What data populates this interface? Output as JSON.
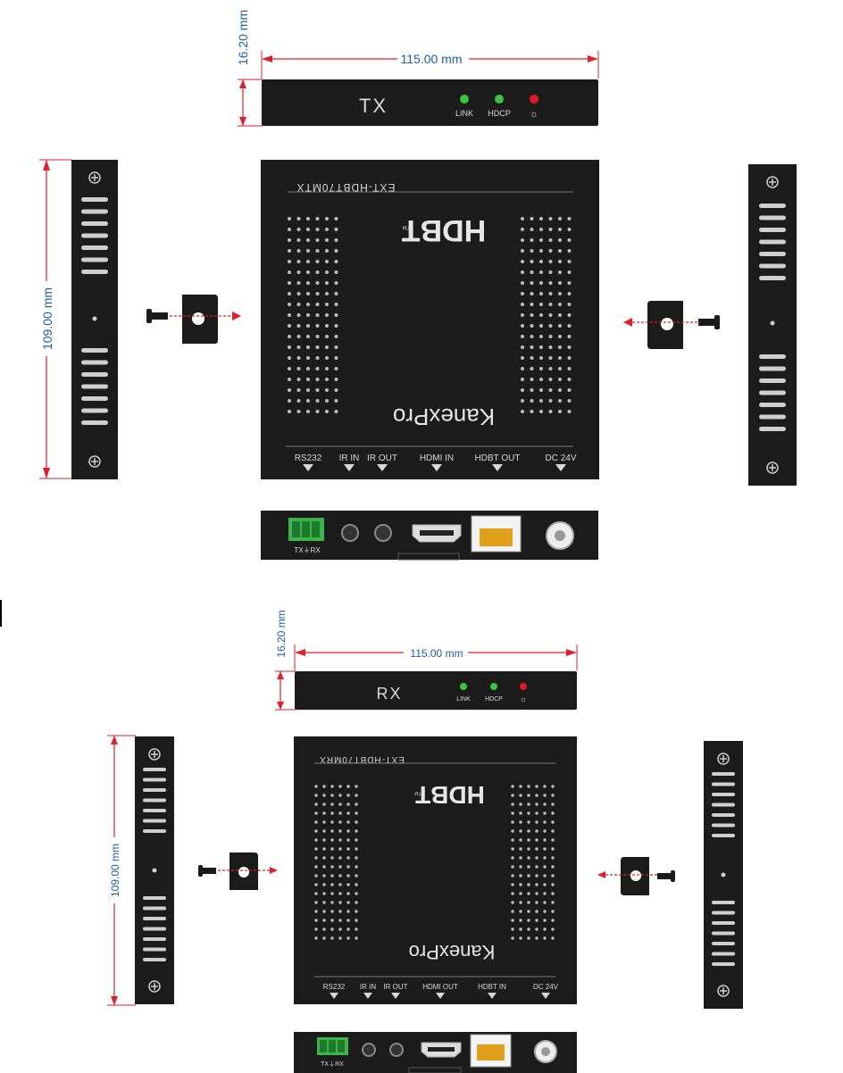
{
  "colors": {
    "dimension": "#1f5ea8",
    "arrow": "#e01e2e",
    "device": "#1b1b1b",
    "device_text": "#d8d8d8",
    "led_green": "#3cc43c",
    "led_red": "#e11a22",
    "terminal_green": "#3bb44a"
  },
  "tx": {
    "height_dim": "16.20 mm",
    "width_dim": "115.00 mm",
    "depth_dim": "109.00 mm",
    "front_label": "TX",
    "leds": [
      {
        "label": "LINK",
        "color": "green"
      },
      {
        "label": "HDCP",
        "color": "green"
      },
      {
        "label": "☼",
        "color": "red"
      }
    ],
    "model": "EXT-HDBT70MTX",
    "hdbt_logo": "HDBT",
    "hdbt_tm": "TM",
    "brand": "KanexPro",
    "ports": [
      "RS232",
      "IR IN",
      "IR OUT",
      "HDMI IN",
      "HDBT OUT",
      "DC 24V"
    ],
    "terminal_label": "TX⏚RX"
  },
  "rx": {
    "height_dim": "16.20 mm",
    "width_dim": "115.00 mm",
    "depth_dim": "109.00 mm",
    "front_label": "RX",
    "leds": [
      {
        "label": "LINK",
        "color": "green"
      },
      {
        "label": "HDCP",
        "color": "green"
      },
      {
        "label": "☼",
        "color": "red"
      }
    ],
    "model": "EXT-HDBT70MRX",
    "hdbt_logo": "HDBT",
    "hdbt_tm": "TM",
    "brand": "KanexPro",
    "ports": [
      "RS232",
      "IR IN",
      "IR OUT",
      "HDMI OUT",
      "HDBT IN",
      "DC 24V"
    ],
    "terminal_label": "TX⏚RX"
  }
}
